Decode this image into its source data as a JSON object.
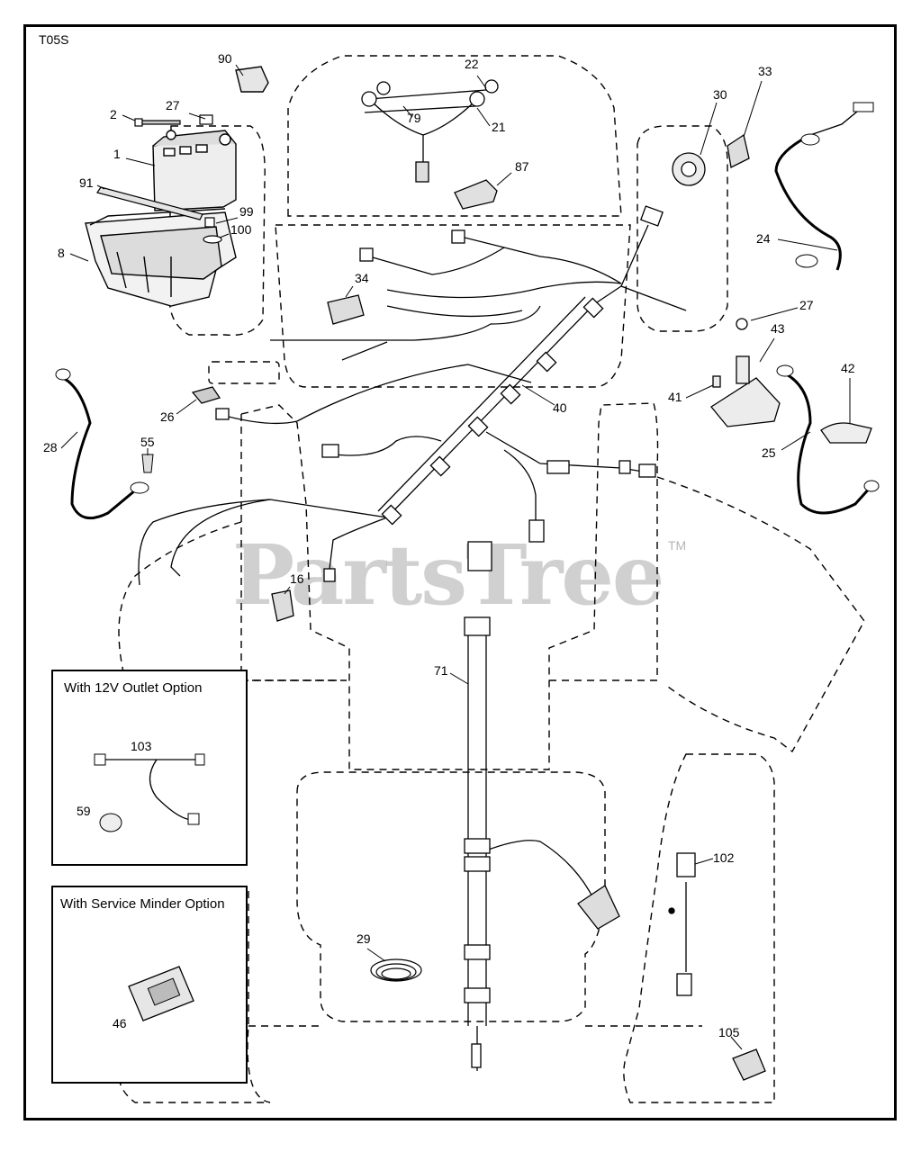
{
  "diagram": {
    "code": "T05S",
    "watermark": "PartsTree",
    "trademark": "TM"
  },
  "insets": {
    "outlet": {
      "title": "With 12V Outlet Option"
    },
    "minder": {
      "title": "With Service Minder Option"
    }
  },
  "callouts": [
    "90",
    "22",
    "79",
    "21",
    "87",
    "27",
    "2",
    "1",
    "91",
    "99",
    "100",
    "8",
    "30",
    "33",
    "24",
    "34",
    "40",
    "27",
    "43",
    "41",
    "42",
    "25",
    "26",
    "28",
    "55",
    "16",
    "71",
    "103",
    "59",
    "46",
    "29",
    "102",
    "105"
  ]
}
